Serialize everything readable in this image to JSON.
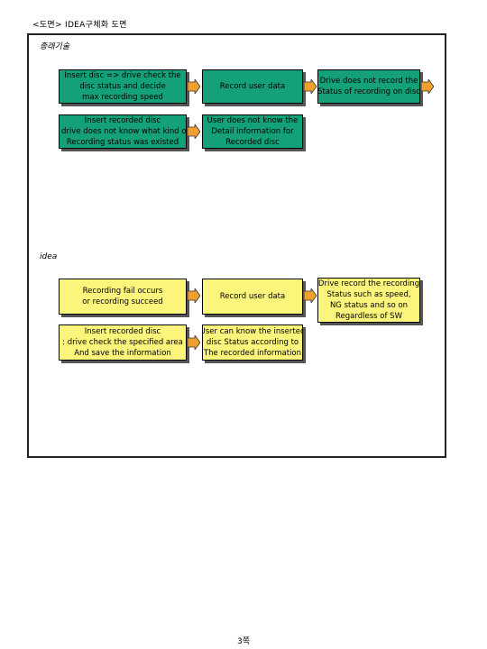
{
  "header": {
    "title": "<도면> IDEA구체화 도면"
  },
  "sections": {
    "prior_art": {
      "label": "종래기술"
    },
    "idea": {
      "label": "idea"
    }
  },
  "prior_art_rows": {
    "row1": {
      "box1": [
        "Insert disc => drive check the",
        "disc status and decide",
        "max recording speed"
      ],
      "box2": [
        "Record user data"
      ],
      "box3": [
        "Drive does not record the",
        "Status of recording on disc"
      ]
    },
    "row2": {
      "box1": [
        "Insert recorded disc",
        ": drive does not know what kind of",
        "Recording status was existed"
      ],
      "box2": [
        "User does not know the",
        "Detail information for",
        "Recorded disc"
      ]
    }
  },
  "idea_rows": {
    "row1": {
      "box1": [
        "Recording fail occurs",
        "or recording succeed"
      ],
      "box2": [
        "Record user data"
      ],
      "box3": [
        "Drive record the recording",
        "Status such as speed,",
        "NG status and so on",
        "Regardless of SW"
      ]
    },
    "row2": {
      "box1": [
        "Insert recorded disc",
        ": drive check the specified area",
        "And save the information"
      ],
      "box2": [
        "User can know the inserted",
        "disc Status according to",
        "The recorded information"
      ]
    }
  },
  "footer": {
    "page": "3쪽"
  },
  "colors": {
    "green": "#14a078",
    "yellow": "#fbf57c",
    "arrow": "#f0a030"
  }
}
